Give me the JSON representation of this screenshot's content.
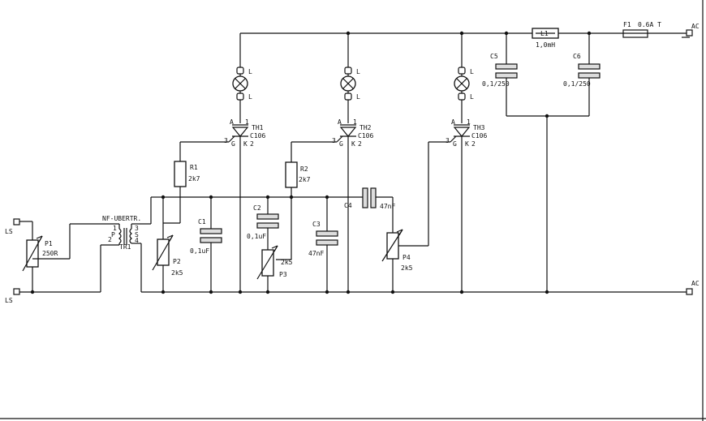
{
  "labels": {
    "ls_top": "LS",
    "ls_bottom": "LS",
    "ac_top": "AC",
    "ac_bottom": "AC",
    "p1_name": "P1",
    "p1_value": "250R",
    "tr_title": "NF-UBERTR.",
    "tr_name": "TR1",
    "tr_p": "P",
    "tr_s": "S",
    "tr_pin1": "1",
    "tr_pin2": "2",
    "tr_pin3": "3",
    "tr_pin4": "4",
    "p2_name": "P2",
    "p2_value": "2k5",
    "r1_name": "R1",
    "r1_value": "2k7",
    "c1_name": "C1",
    "c1_value": "0,1uF",
    "r2_name": "R2",
    "r2_value": "2k7",
    "c2_name": "C2",
    "c2_value": "0,1uF",
    "p3_name": "P3",
    "p3_value": "2k5",
    "c3_name": "C3",
    "c3_value": "47nF",
    "c4_name": "C4",
    "c4_value": "47nF",
    "p4_name": "P4",
    "p4_value": "2k5",
    "th1_name": "TH1",
    "th1_type": "C106",
    "th2_name": "TH2",
    "th2_type": "C106",
    "th3_name": "TH3",
    "th3_type": "C106",
    "lamp_label": "L",
    "pin_a": "A",
    "pin_k": "K",
    "pin_g": "G",
    "num1": "1",
    "num2": "2",
    "num3": "3",
    "c5_name": "C5",
    "c5_value": "0,1/250",
    "c6_name": "C6",
    "c6_value": "0,1/250",
    "l1_name": "L1",
    "l1_value": "1,0mH",
    "f1_name": "F1",
    "f1_value": "0.6A T"
  }
}
